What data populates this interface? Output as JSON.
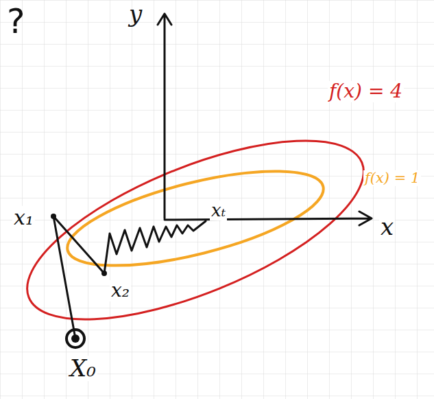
{
  "diagram": {
    "labels": [
      "?",
      "y",
      "x",
      "f(x) = 4",
      "f(x) = 1",
      "x₁",
      "x₂",
      "xₜ",
      "X₀"
    ]
  }
}
